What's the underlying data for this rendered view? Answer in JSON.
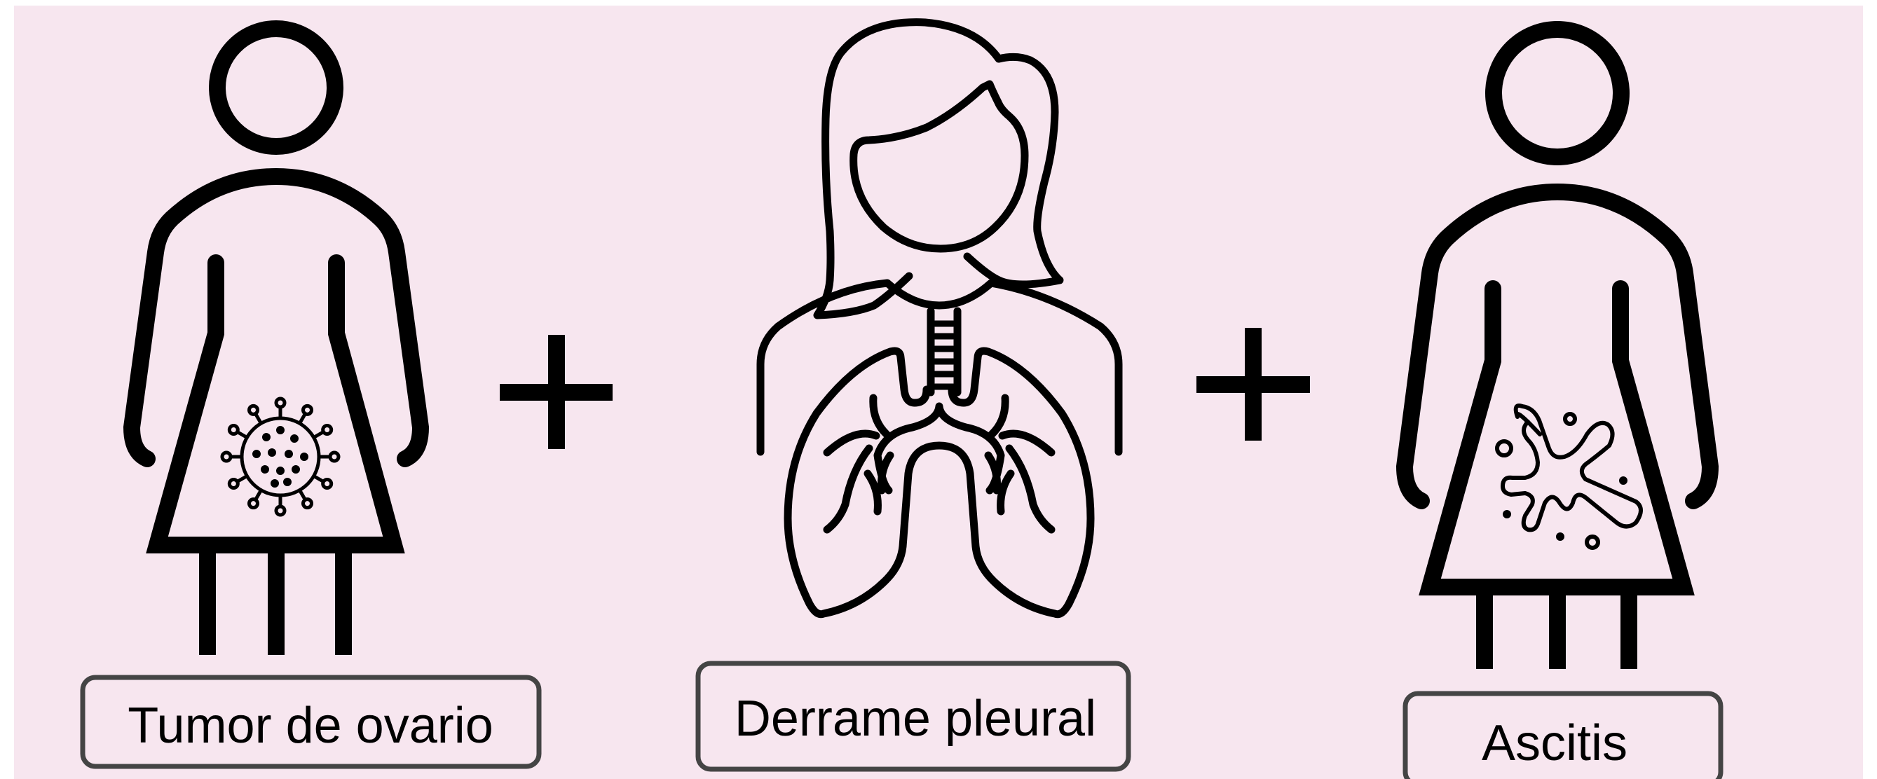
{
  "colors": {
    "background": "#f7e6ef",
    "stroke": "#000000",
    "box_border": "#444444",
    "box_fill": "#f7e6ef"
  },
  "figures": [
    {
      "icon": "woman-with-virus-icon",
      "label": "Tumor de ovario"
    },
    {
      "icon": "woman-with-lungs-icon",
      "label": "Derrame pleural"
    },
    {
      "icon": "woman-with-fluid-icon",
      "label": "Ascitis"
    }
  ],
  "operators": [
    "+",
    "+"
  ]
}
